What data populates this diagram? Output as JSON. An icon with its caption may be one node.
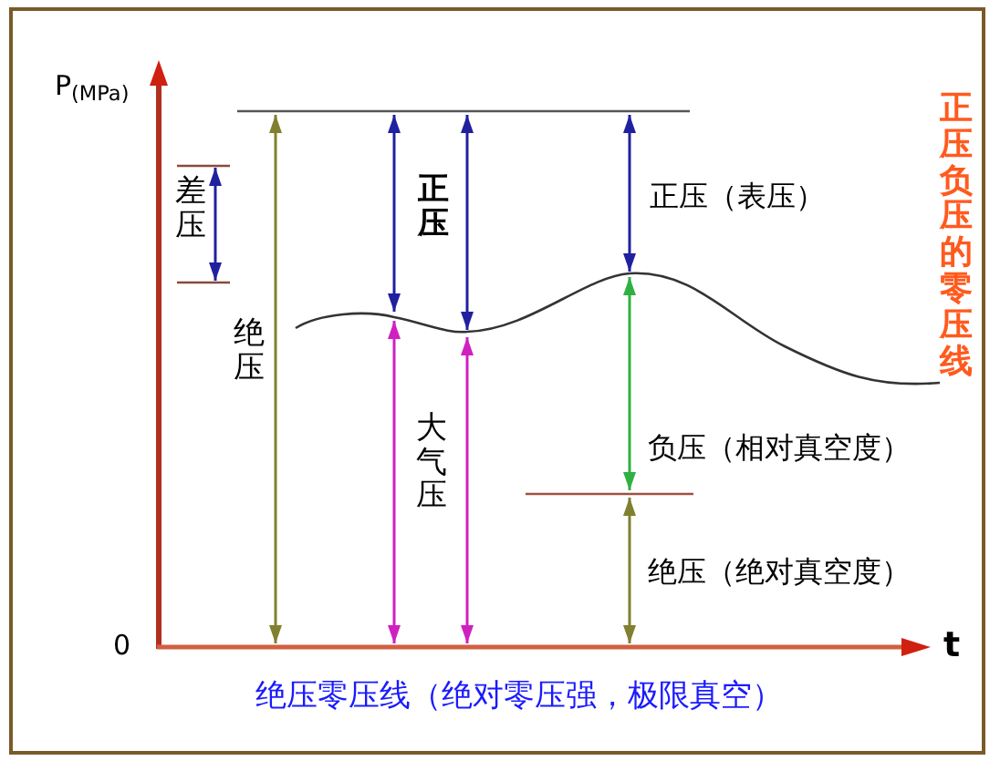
{
  "diagram": {
    "labels": [
      "P$_{(MPa)}$",
      "差压",
      "正压",
      "正压（表压）",
      "正压负压的零压线",
      "绝压",
      "大气压",
      "负压（相对真空度）",
      "绝压（绝对真空度）",
      "0",
      "t",
      "绝压零压线（绝对零压强，极限真空）"
    ]
  }
}
